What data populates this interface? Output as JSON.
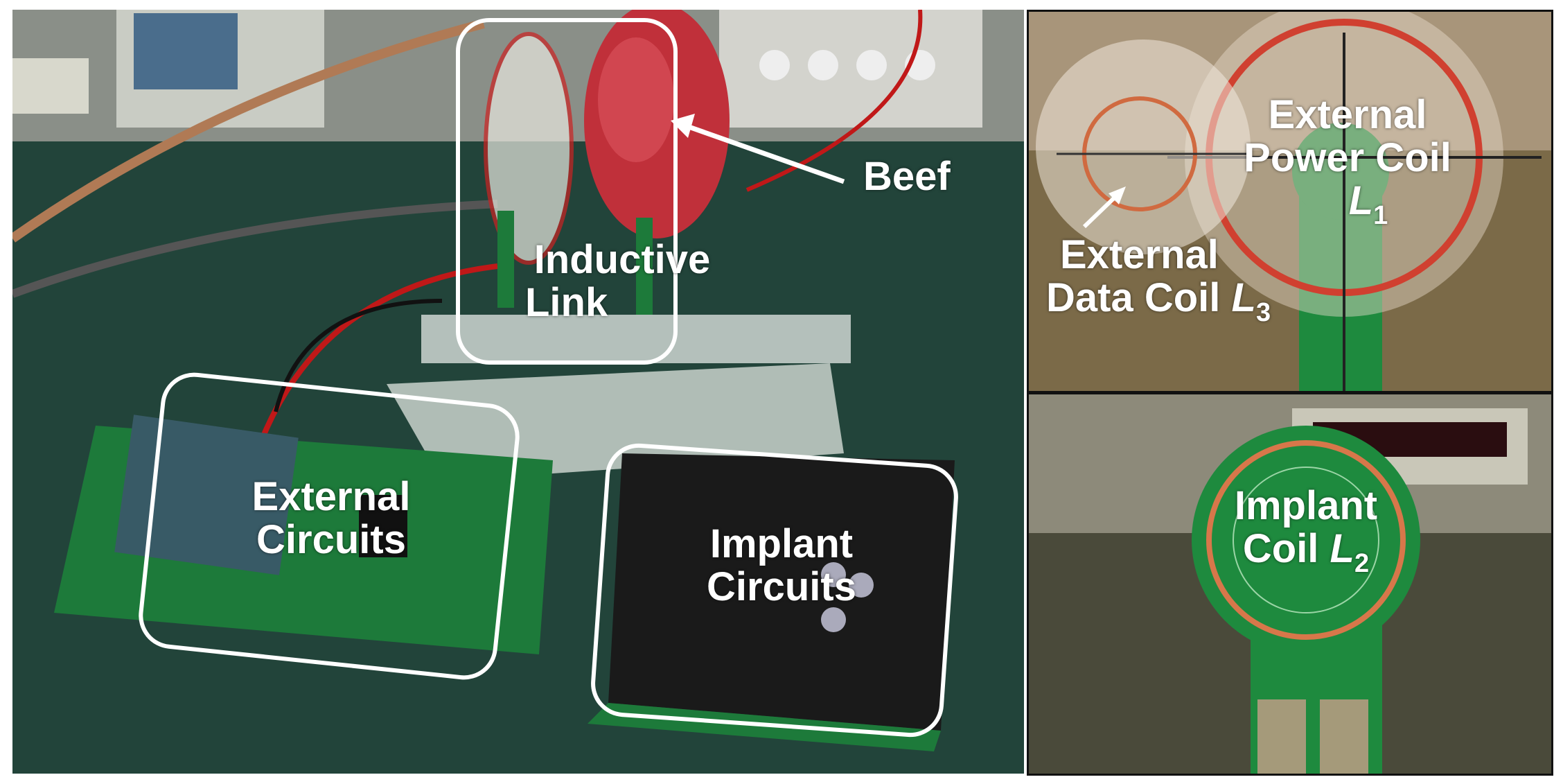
{
  "main_photo": {
    "labels": {
      "beef": "Beef",
      "inductive_link_line1": "Inductive",
      "inductive_link_line2": "Link",
      "external_circuits_line1": "External",
      "external_circuits_line2": "Circuits",
      "implant_circuits_line1": "Implant",
      "implant_circuits_line2": "Circuits"
    }
  },
  "coil_photo_top": {
    "labels": {
      "power_coil_line1": "External",
      "power_coil_line2": "Power Coil",
      "power_coil_symbol": "L",
      "power_coil_subscript": "1",
      "data_coil_line1": "External",
      "data_coil_line2": "Data Coil ",
      "data_coil_symbol": "L",
      "data_coil_subscript": "3"
    }
  },
  "coil_photo_bottom": {
    "labels": {
      "implant_coil_line1": "Implant",
      "implant_coil_line2": "Coil ",
      "implant_coil_symbol": "L",
      "implant_coil_subscript": "2"
    }
  },
  "colors": {
    "annotation": "#ffffff",
    "bench_mat": "#1f3a30",
    "pcb_green": "#1d7a3a",
    "beef_red": "#c0303a",
    "coil_copper": "#d04030"
  }
}
